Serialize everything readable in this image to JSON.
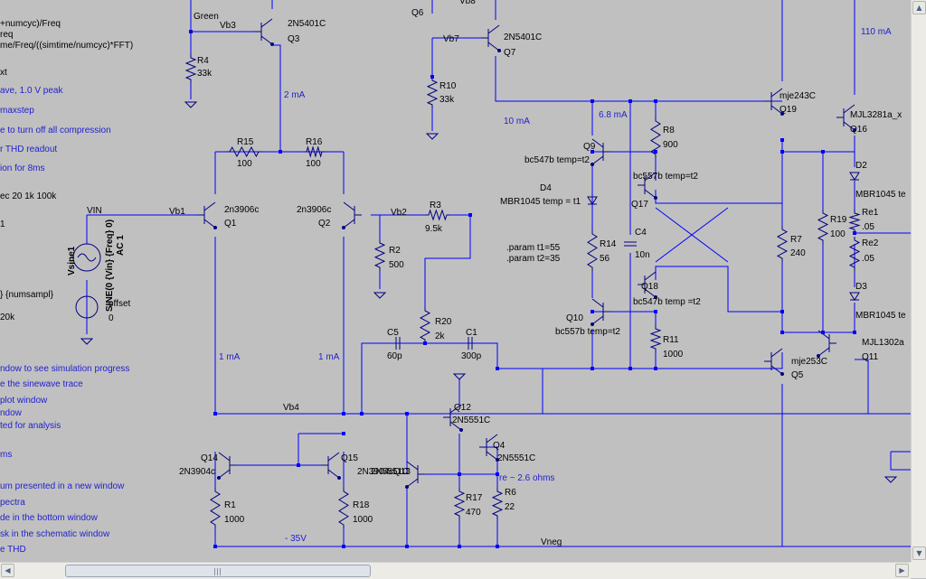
{
  "colors": {
    "background": "#c0c0c0",
    "wire": "#0000ff",
    "component": "#000080",
    "label": "#000000",
    "comment": "#0000ff",
    "note_blue": "#1f1fcf"
  },
  "left_notes": [
    "+numcyc)/Freq",
    "req",
    "me/Freq/((simtime/numcyc)*FFT)",
    "xt",
    "ave, 1.0 V peak",
    "maxstep",
    "e to turn off all compression",
    "r THD readout",
    "ion for 8ms",
    "ec 20 1k 100k",
    "1",
    "} {numsampl}",
    "20k",
    "ndow to see simulation progress",
    "e the sinewave trace",
    "plot window",
    "ndow",
    "ted for analysis",
    "ms",
    "um presented in a new window",
    "pectra",
    "de in the bottom window",
    "sk in the schematic window",
    "e THD"
  ],
  "net_labels": [
    "Vb3",
    "Vb7",
    "Vb1",
    "Vb2",
    "Vb4",
    "VIN",
    "Vneg",
    "Vb8",
    "Green"
  ],
  "transistors": [
    {
      "ref": "Q3",
      "part": "2N5401C"
    },
    {
      "ref": "Q6",
      "part": ""
    },
    {
      "ref": "Q7",
      "part": "2N5401C"
    },
    {
      "ref": "Q1",
      "part": "2n3906c"
    },
    {
      "ref": "Q2",
      "part": "2n3906c"
    },
    {
      "ref": "Q9",
      "part": "bc547b temp=t2"
    },
    {
      "ref": "Q17",
      "part": "bc557b temp=t2"
    },
    {
      "ref": "Q18",
      "part": "bc547b temp =t2"
    },
    {
      "ref": "Q10",
      "part": "bc557b temp=t2"
    },
    {
      "ref": "Q19",
      "part": "mje243C"
    },
    {
      "ref": "Q16",
      "part": "MJL3281a_x"
    },
    {
      "ref": "Q5",
      "part": "mje253C"
    },
    {
      "ref": "Q11",
      "part": "MJL1302a"
    },
    {
      "ref": "Q12",
      "part": "2N5551C"
    },
    {
      "ref": "Q4",
      "part": "2N5551C"
    },
    {
      "ref": "Q13",
      "part": "2N5551C"
    },
    {
      "ref": "Q14",
      "part": "2N3904c"
    },
    {
      "ref": "Q15",
      "part": "2N3904c"
    }
  ],
  "resistors": [
    {
      "ref": "R4",
      "value": "33k"
    },
    {
      "ref": "R10",
      "value": "33k"
    },
    {
      "ref": "R15",
      "value": "100"
    },
    {
      "ref": "R16",
      "value": "100"
    },
    {
      "ref": "R3",
      "value": "9.5k"
    },
    {
      "ref": "R2",
      "value": "500"
    },
    {
      "ref": "R20",
      "value": "2k"
    },
    {
      "ref": "R8",
      "value": "900"
    },
    {
      "ref": "R14",
      "value": "56"
    },
    {
      "ref": "R11",
      "value": "1000"
    },
    {
      "ref": "R7",
      "value": "240"
    },
    {
      "ref": "R19",
      "value": "100"
    },
    {
      "ref": "Re1",
      "value": ".05"
    },
    {
      "ref": "Re2",
      "value": ".05"
    },
    {
      "ref": "R1",
      "value": "1000"
    },
    {
      "ref": "R18",
      "value": "1000"
    },
    {
      "ref": "R17",
      "value": "470"
    },
    {
      "ref": "R6",
      "value": "22"
    }
  ],
  "capacitors": [
    {
      "ref": "C4",
      "value": "10n"
    },
    {
      "ref": "C5",
      "value": "60p"
    },
    {
      "ref": "C1",
      "value": "300p"
    }
  ],
  "diodes": [
    {
      "ref": "D4",
      "part": "MBR1045 temp = t1"
    },
    {
      "ref": "D2",
      "part": "MBR1045 te"
    },
    {
      "ref": "D3",
      "part": "MBR1045 te"
    }
  ],
  "source": {
    "ref": "Vsine1",
    "value": "SINE(0 {Vin} {Freq} 0)",
    "ac": "AC 1",
    "offset_ref": "offset",
    "offset_value": "0"
  },
  "currents": [
    "2 mA",
    "10 mA",
    "6.8 mA",
    "110 mA",
    "1 mA",
    "1 mA"
  ],
  "supplies": [
    "- 35V"
  ],
  "params": [
    ".param t1=55",
    ".param t2=35"
  ],
  "emitter_note": "re ~ 2.6 ohms",
  "scrollbars": {
    "vertical_up": "▲",
    "vertical_down": "▼",
    "horizontal_left": "◀",
    "horizontal_right": "▶"
  }
}
